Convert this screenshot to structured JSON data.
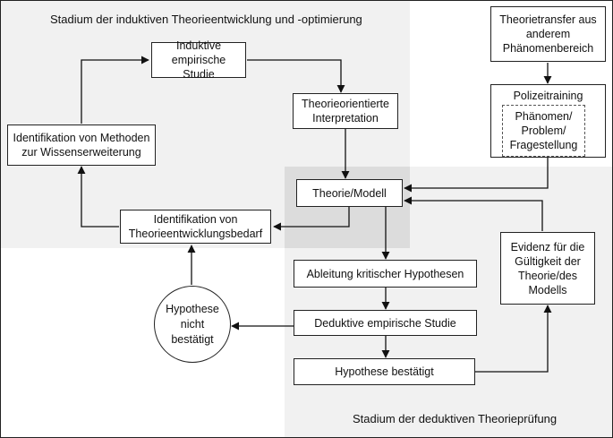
{
  "stages": {
    "inductive": "Stadium der induktiven Theorieentwicklung und -optimierung",
    "deductive": "Stadium der deduktiven Theorieprüfung"
  },
  "boxes": {
    "induktive_studie": [
      "Induktive",
      "empirische Studie"
    ],
    "theorieorientierte_interpretation": [
      "Theorieorientierte",
      "Interpretation"
    ],
    "identifikation_methoden": [
      "Identifikation von Methoden",
      "zur Wissenserweiterung"
    ],
    "theorie_modell": "Theorie/Modell",
    "identifikation_bedarf": [
      "Identifikation von",
      "Theorieentwicklungsbedarf"
    ],
    "theorietransfer": [
      "Theorietransfer aus",
      "anderem",
      "Phänomenbereich"
    ],
    "polizeitraining": "Polizeitraining",
    "phaenomen": [
      "Phänomen/",
      "Problem/",
      "Fragestellung"
    ],
    "ableitung": "Ableitung kritischer Hypothesen",
    "deduktive_studie": "Deduktive empirische Studie",
    "hypothese_bestaetigt": "Hypothese bestätigt",
    "evidenz": [
      "Evidenz für die",
      "Gültigkeit der",
      "Theorie/des",
      "Modells"
    ],
    "hypothese_nicht": [
      "Hypothese",
      "nicht",
      "bestätigt"
    ]
  }
}
